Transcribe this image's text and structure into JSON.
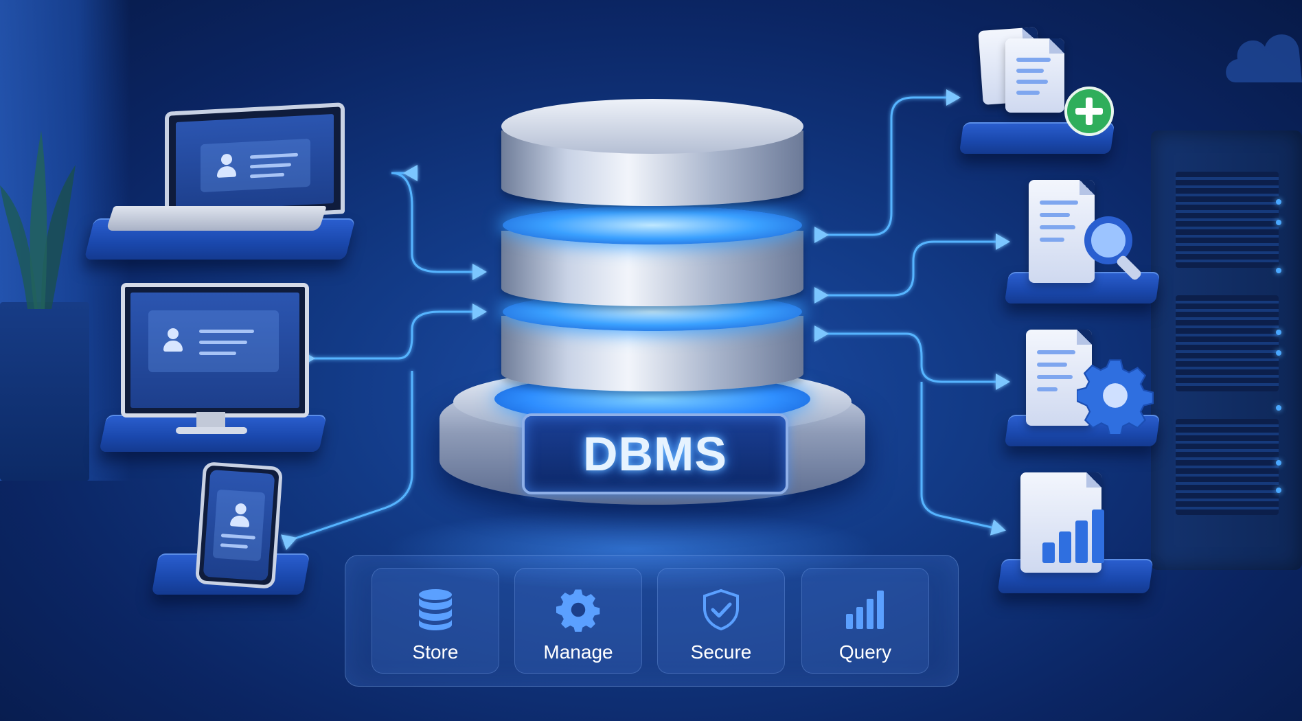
{
  "center": {
    "label": "DBMS"
  },
  "features": [
    {
      "label": "Store",
      "icon": "database-icon"
    },
    {
      "label": "Manage",
      "icon": "gear-icon"
    },
    {
      "label": "Secure",
      "icon": "shield-check-icon"
    },
    {
      "label": "Query",
      "icon": "bar-chart-icon"
    }
  ],
  "clients": [
    {
      "icon": "laptop-icon"
    },
    {
      "icon": "desktop-monitor-icon"
    },
    {
      "icon": "smartphone-icon"
    }
  ],
  "operations": [
    {
      "icon": "document-add-icon"
    },
    {
      "icon": "document-search-icon"
    },
    {
      "icon": "document-settings-icon"
    },
    {
      "icon": "document-chart-icon"
    }
  ],
  "colors": {
    "accent": "#3ea0ff",
    "background": "#0b2563",
    "add_badge": "#2fae5b"
  }
}
